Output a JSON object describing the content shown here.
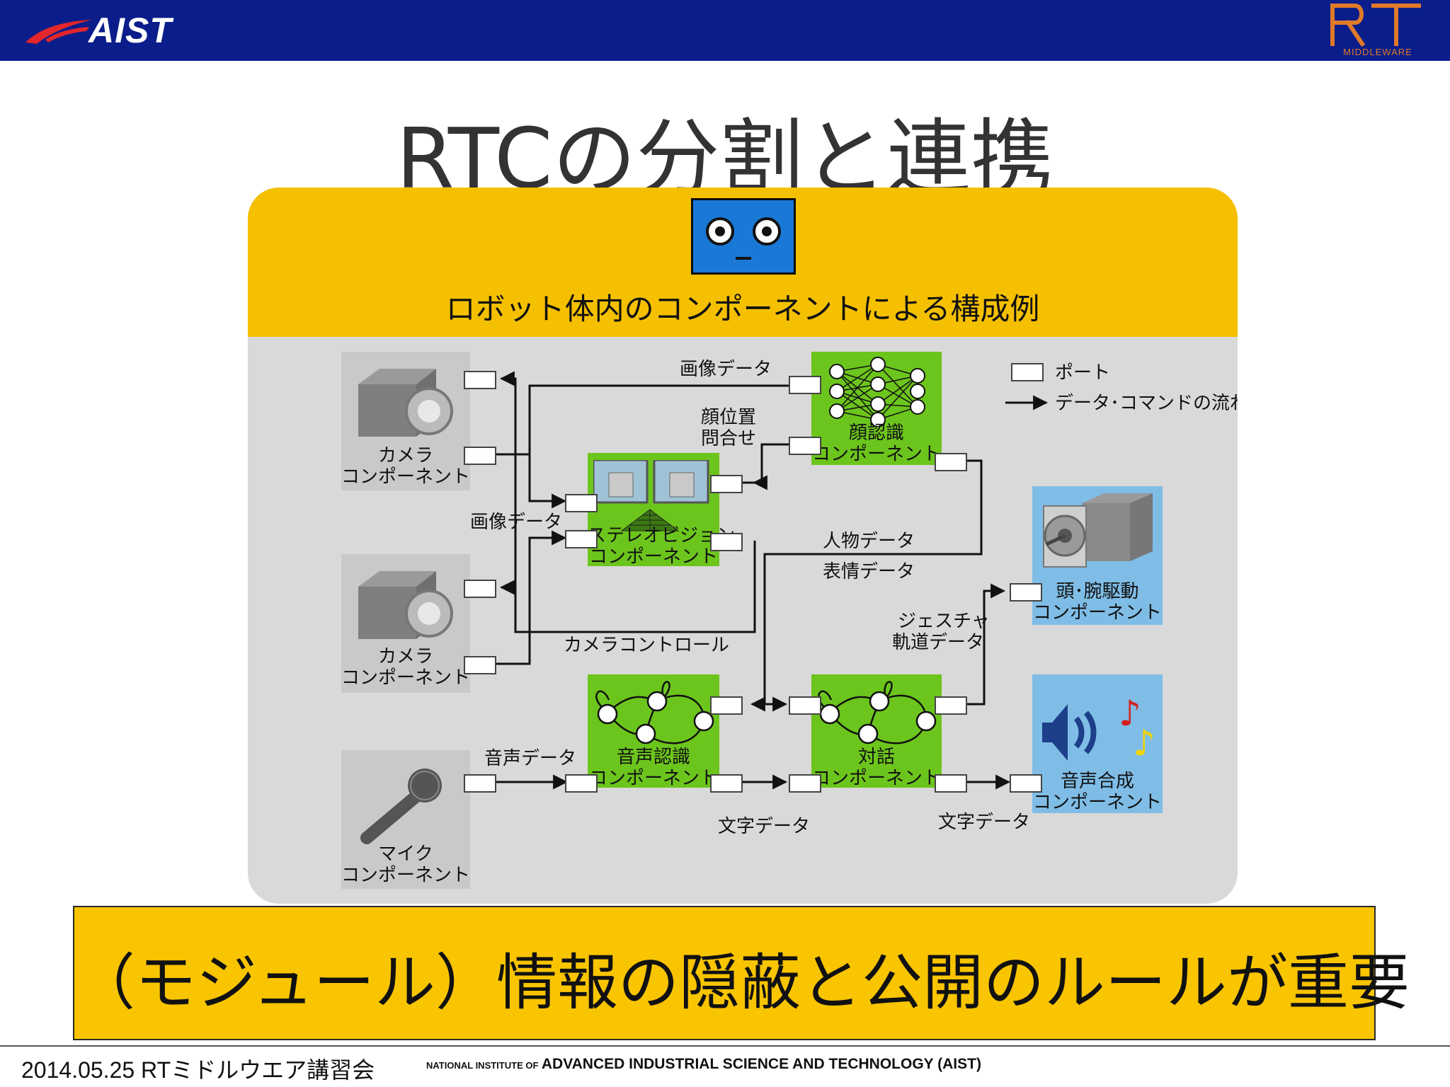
{
  "header": {
    "aist_logo_text": "AIST",
    "rt_logo_text": "RT",
    "rt_logo_sub": "MIDDLEWARE",
    "rt_logo_color": "#e07a2a",
    "bar_color": "#0a1d8a"
  },
  "title": "RTCの分割と連携",
  "panel": {
    "heading": "ロボット体内のコンポーネントによる構成例",
    "top_color": "#f5c000",
    "body_color": "#d9d9d9"
  },
  "legend": {
    "port_label": "ポート",
    "flow_label": "データ･コマンドの流れ"
  },
  "components": {
    "camera1": {
      "line1": "カメラ",
      "line2": "コンポーネント"
    },
    "camera2": {
      "line1": "カメラ",
      "line2": "コンポーネント"
    },
    "mic": {
      "line1": "マイク",
      "line2": "コンポーネント"
    },
    "stereo": {
      "line1": "ステレオビジョン",
      "line2": "コンポーネント"
    },
    "face": {
      "line1": "顔認識",
      "line2": "コンポーネント"
    },
    "voice": {
      "line1": "音声認識",
      "line2": "コンポーネント"
    },
    "dialog": {
      "line1": "対話",
      "line2": "コンポーネント"
    },
    "head_arm": {
      "line1": "頭･腕駆動",
      "line2": "コンポーネント"
    },
    "synth": {
      "line1": "音声合成",
      "line2": "コンポーネント"
    }
  },
  "flow_labels": {
    "image_data_top": "画像データ",
    "face_pos_1": "顔位置",
    "face_pos_2": "問合せ",
    "image_data_mid": "画像データ",
    "person_data": "人物データ",
    "expression_data": "表情データ",
    "camera_control": "カメラコントロール",
    "gesture_1": "ジェスチャ",
    "gesture_2": "軌道データ",
    "voice_data": "音声データ",
    "text_data_1": "文字データ",
    "text_data_2": "文字データ"
  },
  "emphasis": "（モジュール）情報の隠蔽と公開のルールが重要",
  "footer": {
    "date_event": "2014.05.25 RTミドルウエア講習会",
    "org_small": "NATIONAL INSTITUTE OF",
    "org_big": "ADVANCED INDUSTRIAL SCIENCE AND TECHNOLOGY (AIST)"
  },
  "colors": {
    "component_green": "#6cc51c",
    "component_blue": "#7fbde6",
    "component_gray": "#c9c9c9",
    "emphasis_yellow": "#f9c400"
  }
}
